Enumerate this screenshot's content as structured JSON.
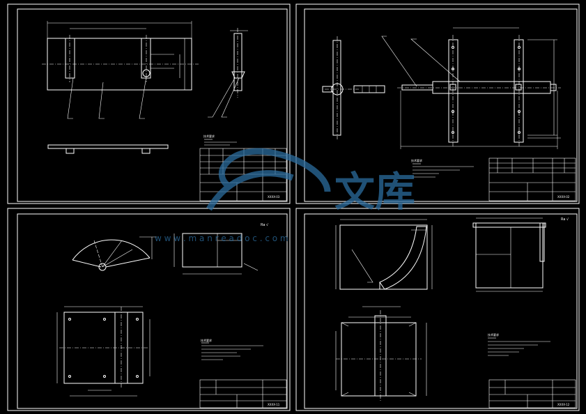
{
  "sheets": [
    {
      "id": "sheet-1",
      "drawing_no": "XXXX-03"
    },
    {
      "id": "sheet-2",
      "drawing_no": "XXXX-02"
    },
    {
      "id": "sheet-3",
      "drawing_no": "XXXX-11"
    },
    {
      "id": "sheet-4",
      "drawing_no": "XXXX-12"
    }
  ],
  "notes_header": "技术要求",
  "watermark": {
    "brand": "文库",
    "url": "w w w . m a n r e a d o c . c o m"
  },
  "colors": {
    "background": "#000000",
    "line": "#ffffff",
    "dim": "#ffffff",
    "watermark": "#2b6c9e"
  },
  "roughness_mark": "Ra √"
}
